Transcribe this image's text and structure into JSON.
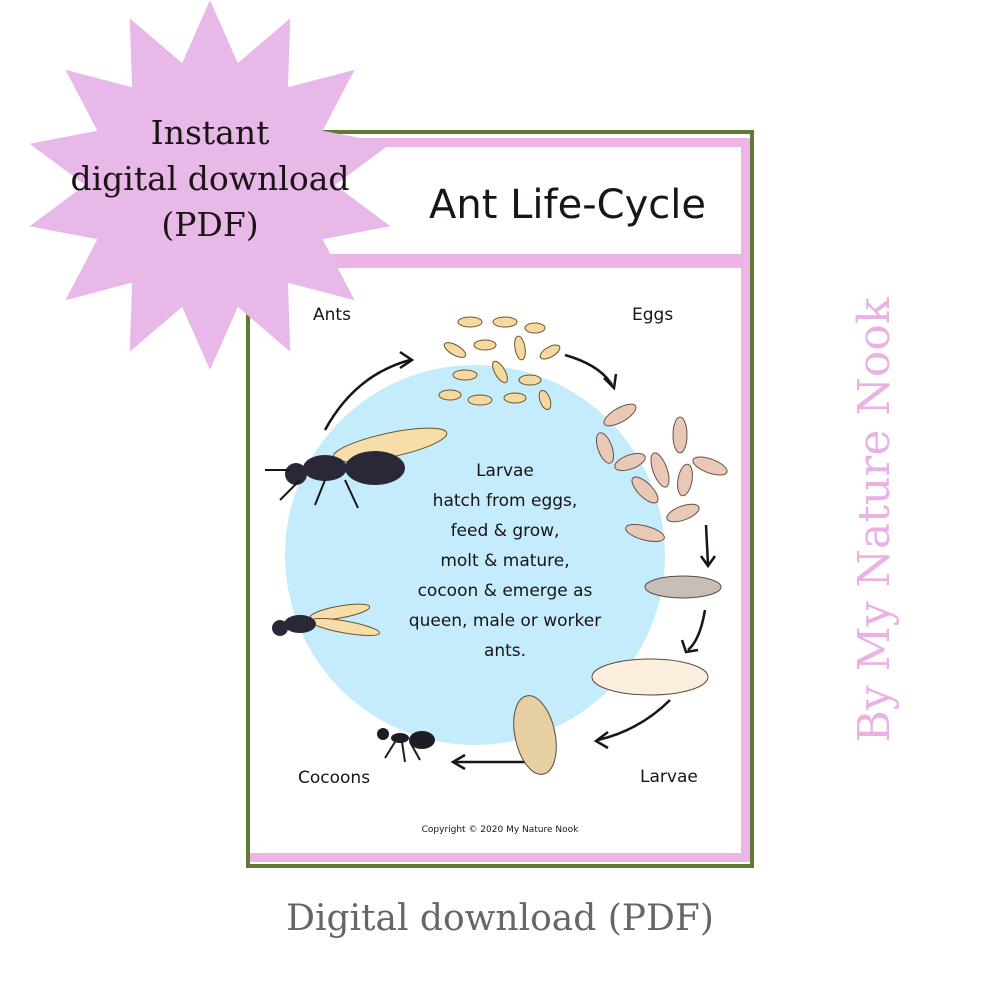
{
  "badge": {
    "lines": [
      "Instant",
      "digital download",
      "(PDF)"
    ],
    "color": "#e8b8e8"
  },
  "poster": {
    "title": "Ant Life-Cycle",
    "labels": {
      "ants": "Ants",
      "eggs": "Eggs",
      "larvae": "Larvae",
      "cocoons": "Cocoons"
    },
    "center_text": [
      "Larvae",
      "hatch from eggs,",
      "feed & grow,",
      "molt & mature,",
      "cocoon & emerge as",
      "queen, male or worker",
      "ants."
    ],
    "copyright": "Copyright © 2020 My Nature Nook",
    "colors": {
      "border": "#5e7a34",
      "frame": "#ecb5e6",
      "circle": "#c5ecfc"
    }
  },
  "watermark": "By My Nature Nook",
  "caption": "Digital download (PDF)"
}
